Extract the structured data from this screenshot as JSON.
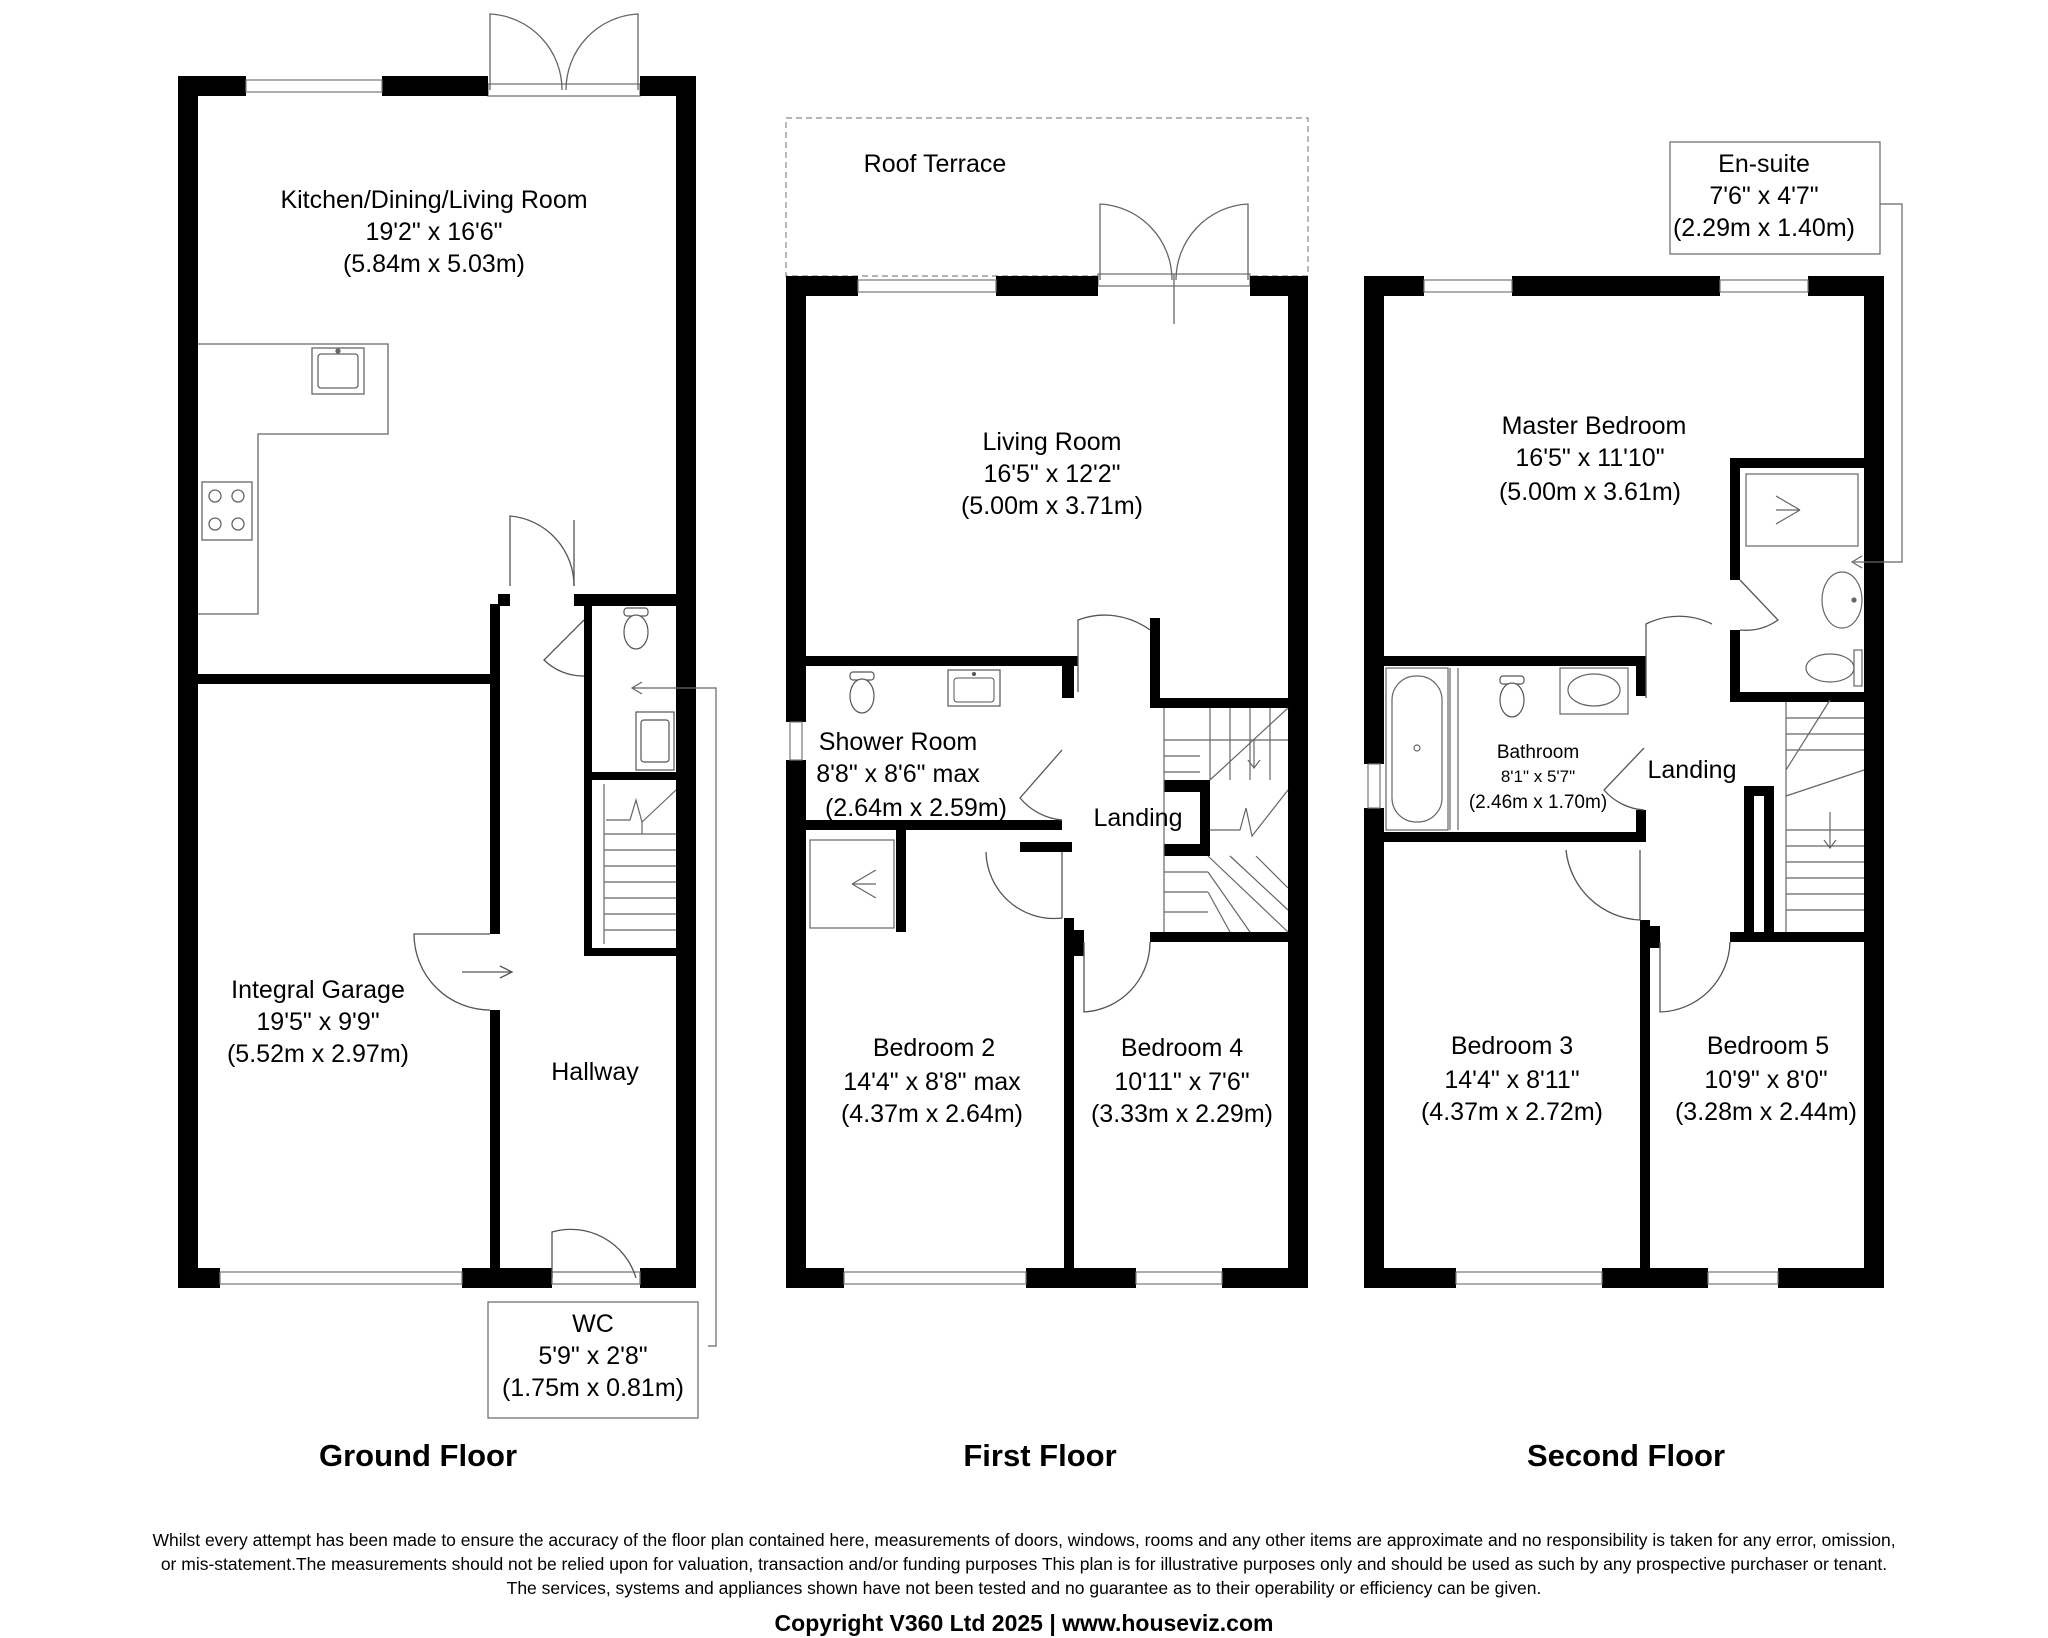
{
  "floors": [
    {
      "title": "Ground Floor",
      "rooms": [
        {
          "name": "Kitchen/Dining/Living Room",
          "imperial": "19'2\" x 16'6\"",
          "metric": "(5.84m x 5.03m)"
        },
        {
          "name": "Integral Garage",
          "imperial": "19'5\" x 9'9\"",
          "metric": "(5.52m x 2.97m)"
        },
        {
          "name": "Hallway"
        },
        {
          "name": "WC",
          "imperial": "5'9\" x 2'8\"",
          "metric": "(1.75m x 0.81m)"
        }
      ]
    },
    {
      "title": "First Floor",
      "rooms": [
        {
          "name": "Roof Terrace"
        },
        {
          "name": "Living Room",
          "imperial": "16'5\" x 12'2\"",
          "metric": "(5.00m x 3.71m)"
        },
        {
          "name": "Shower Room",
          "imperial": "8'8\" x 8'6\" max",
          "metric": "(2.64m x 2.59m)"
        },
        {
          "name": "Landing"
        },
        {
          "name": "Bedroom 2",
          "imperial": "14'4\" x 8'8\" max",
          "metric": "(4.37m x 2.64m)"
        },
        {
          "name": "Bedroom 4",
          "imperial": "10'11\" x 7'6\"",
          "metric": "(3.33m x 2.29m)"
        }
      ]
    },
    {
      "title": "Second Floor",
      "rooms": [
        {
          "name": "En-suite",
          "imperial": "7'6\" x 4'7\"",
          "metric": "(2.29m x 1.40m)"
        },
        {
          "name": "Master Bedroom",
          "imperial": "16'5\" x 11'10\"",
          "metric": "(5.00m x 3.61m)"
        },
        {
          "name": "Bathroom",
          "imperial": "8'1\" x 5'7\"",
          "metric": "(2.46m x 1.70m)"
        },
        {
          "name": "Landing"
        },
        {
          "name": "Bedroom 3",
          "imperial": "14'4\" x 8'11\"",
          "metric": "(4.37m x 2.72m)"
        },
        {
          "name": "Bedroom 5",
          "imperial": "10'9\" x 8'0\"",
          "metric": "(3.28m x 2.44m)"
        }
      ]
    }
  ],
  "disclaimer": [
    "Whilst every attempt has been made to ensure the accuracy of the floor plan contained here, measurements of doors, windows, rooms and any other items are approximate and no responsibility is taken for any error, omission,",
    "or mis-statement.The measurements should not be relied upon for valuation, transaction and/or funding purposes This plan is for illustrative purposes only and should be used as such by any prospective purchaser or tenant.",
    "The services, systems and appliances shown have not been tested and no guarantee as to their operability or efficiency can be given."
  ],
  "copyright": "Copyright V360 Ltd 2025 | www.houseviz.com",
  "colors": {
    "wall": "#000000",
    "fixture": "#666666",
    "background": "#ffffff"
  }
}
